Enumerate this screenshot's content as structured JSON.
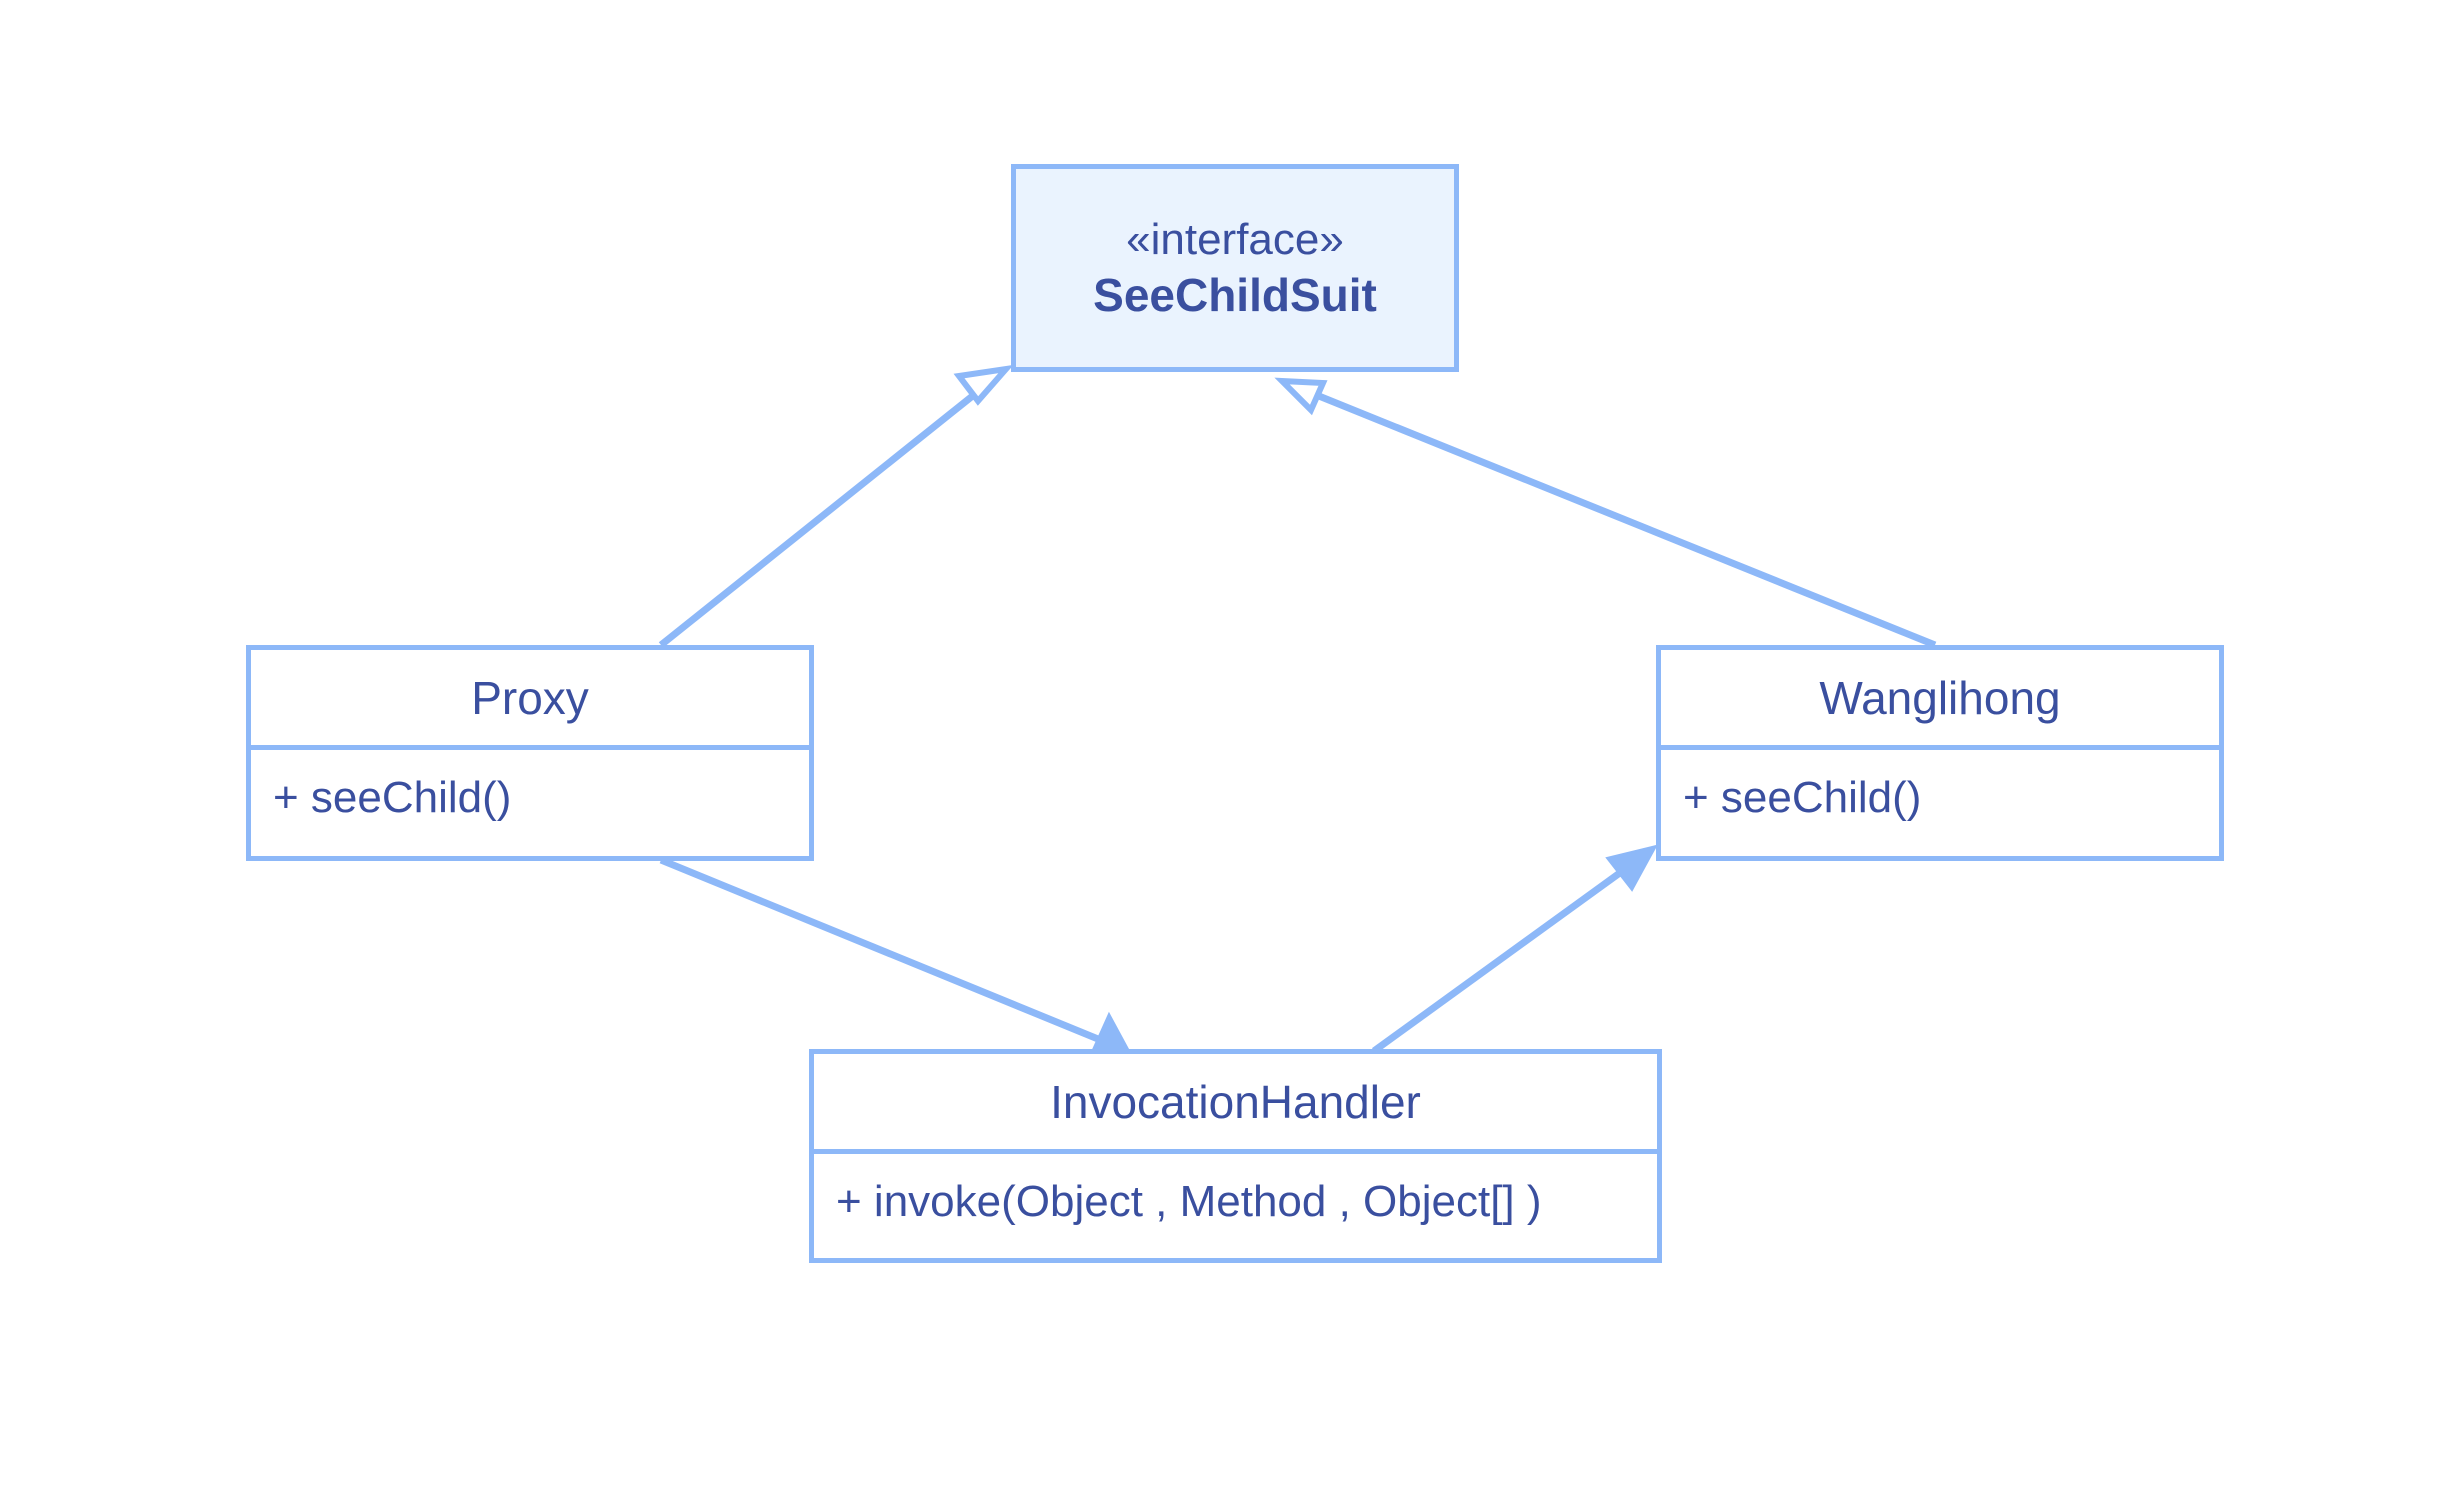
{
  "colors": {
    "line": "#8db8f8",
    "interface_fill": "#eaf3fe",
    "text": "#3a4f9f"
  },
  "interface": {
    "stereotype": "«interface»",
    "name": "SeeChildSuit"
  },
  "classes": {
    "proxy": {
      "name": "Proxy",
      "operations": [
        "+ seeChild()"
      ]
    },
    "wanglihong": {
      "name": "Wanglihong",
      "operations": [
        "+ seeChild()"
      ]
    },
    "invocation_handler": {
      "name": "InvocationHandler",
      "operations": [
        "+ invoke(Object , Method , Object[] )"
      ]
    }
  },
  "relationships": [
    {
      "from": "Proxy",
      "to": "SeeChildSuit",
      "kind": "realization"
    },
    {
      "from": "Wanglihong",
      "to": "SeeChildSuit",
      "kind": "realization"
    },
    {
      "from": "Proxy",
      "to": "InvocationHandler",
      "kind": "association"
    },
    {
      "from": "InvocationHandler",
      "to": "Wanglihong",
      "kind": "association"
    }
  ]
}
